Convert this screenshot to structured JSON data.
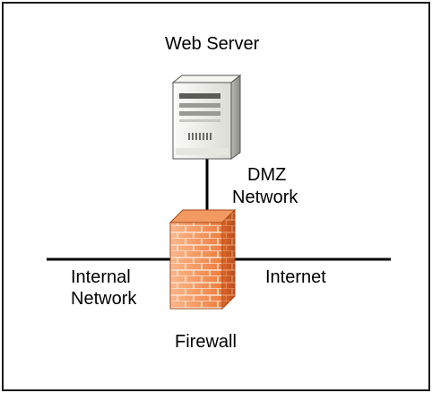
{
  "diagram": {
    "labels": {
      "web_server": "Web Server",
      "dmz_line1": "DMZ",
      "dmz_line2": "Network",
      "internal_line1": "Internal",
      "internal_line2": "Network",
      "internet": "Internet",
      "firewall": "Firewall"
    },
    "colors": {
      "line": "#000000",
      "firewall_brick": "#f08a4b",
      "firewall_mortar": "#fde2cf",
      "server_body": "#eeeeec"
    },
    "icons": [
      "server-icon",
      "firewall-icon"
    ]
  }
}
